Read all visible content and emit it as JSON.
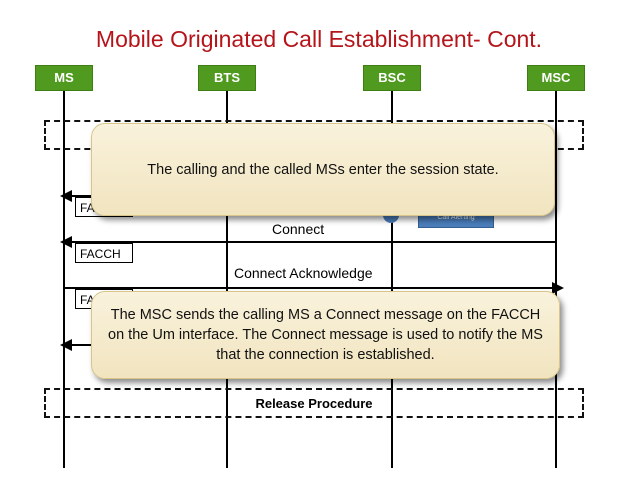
{
  "title": "Mobile Originated Call Establishment- Cont.",
  "lanes": [
    "MS",
    "BTS",
    "BSC",
    "MSC"
  ],
  "colors": {
    "lane_header": "#4f9a1f",
    "title": "#b5141a",
    "popup": "#f5ebcc"
  },
  "popup_top": "The calling and the called MSs enter the session state.",
  "popup_bottom": "The MSC sends the calling MS a Connect message on the FACCH on the Um interface. The Connect message is used to notify the MS that the connection is established.",
  "channel_labels": [
    "FA",
    "FACCH",
    "FA"
  ],
  "small_box_text": "Call Alerting",
  "messages": {
    "connect": "Connect",
    "connect_ack": "Connect Acknowledge"
  },
  "release": "Release Procedure"
}
